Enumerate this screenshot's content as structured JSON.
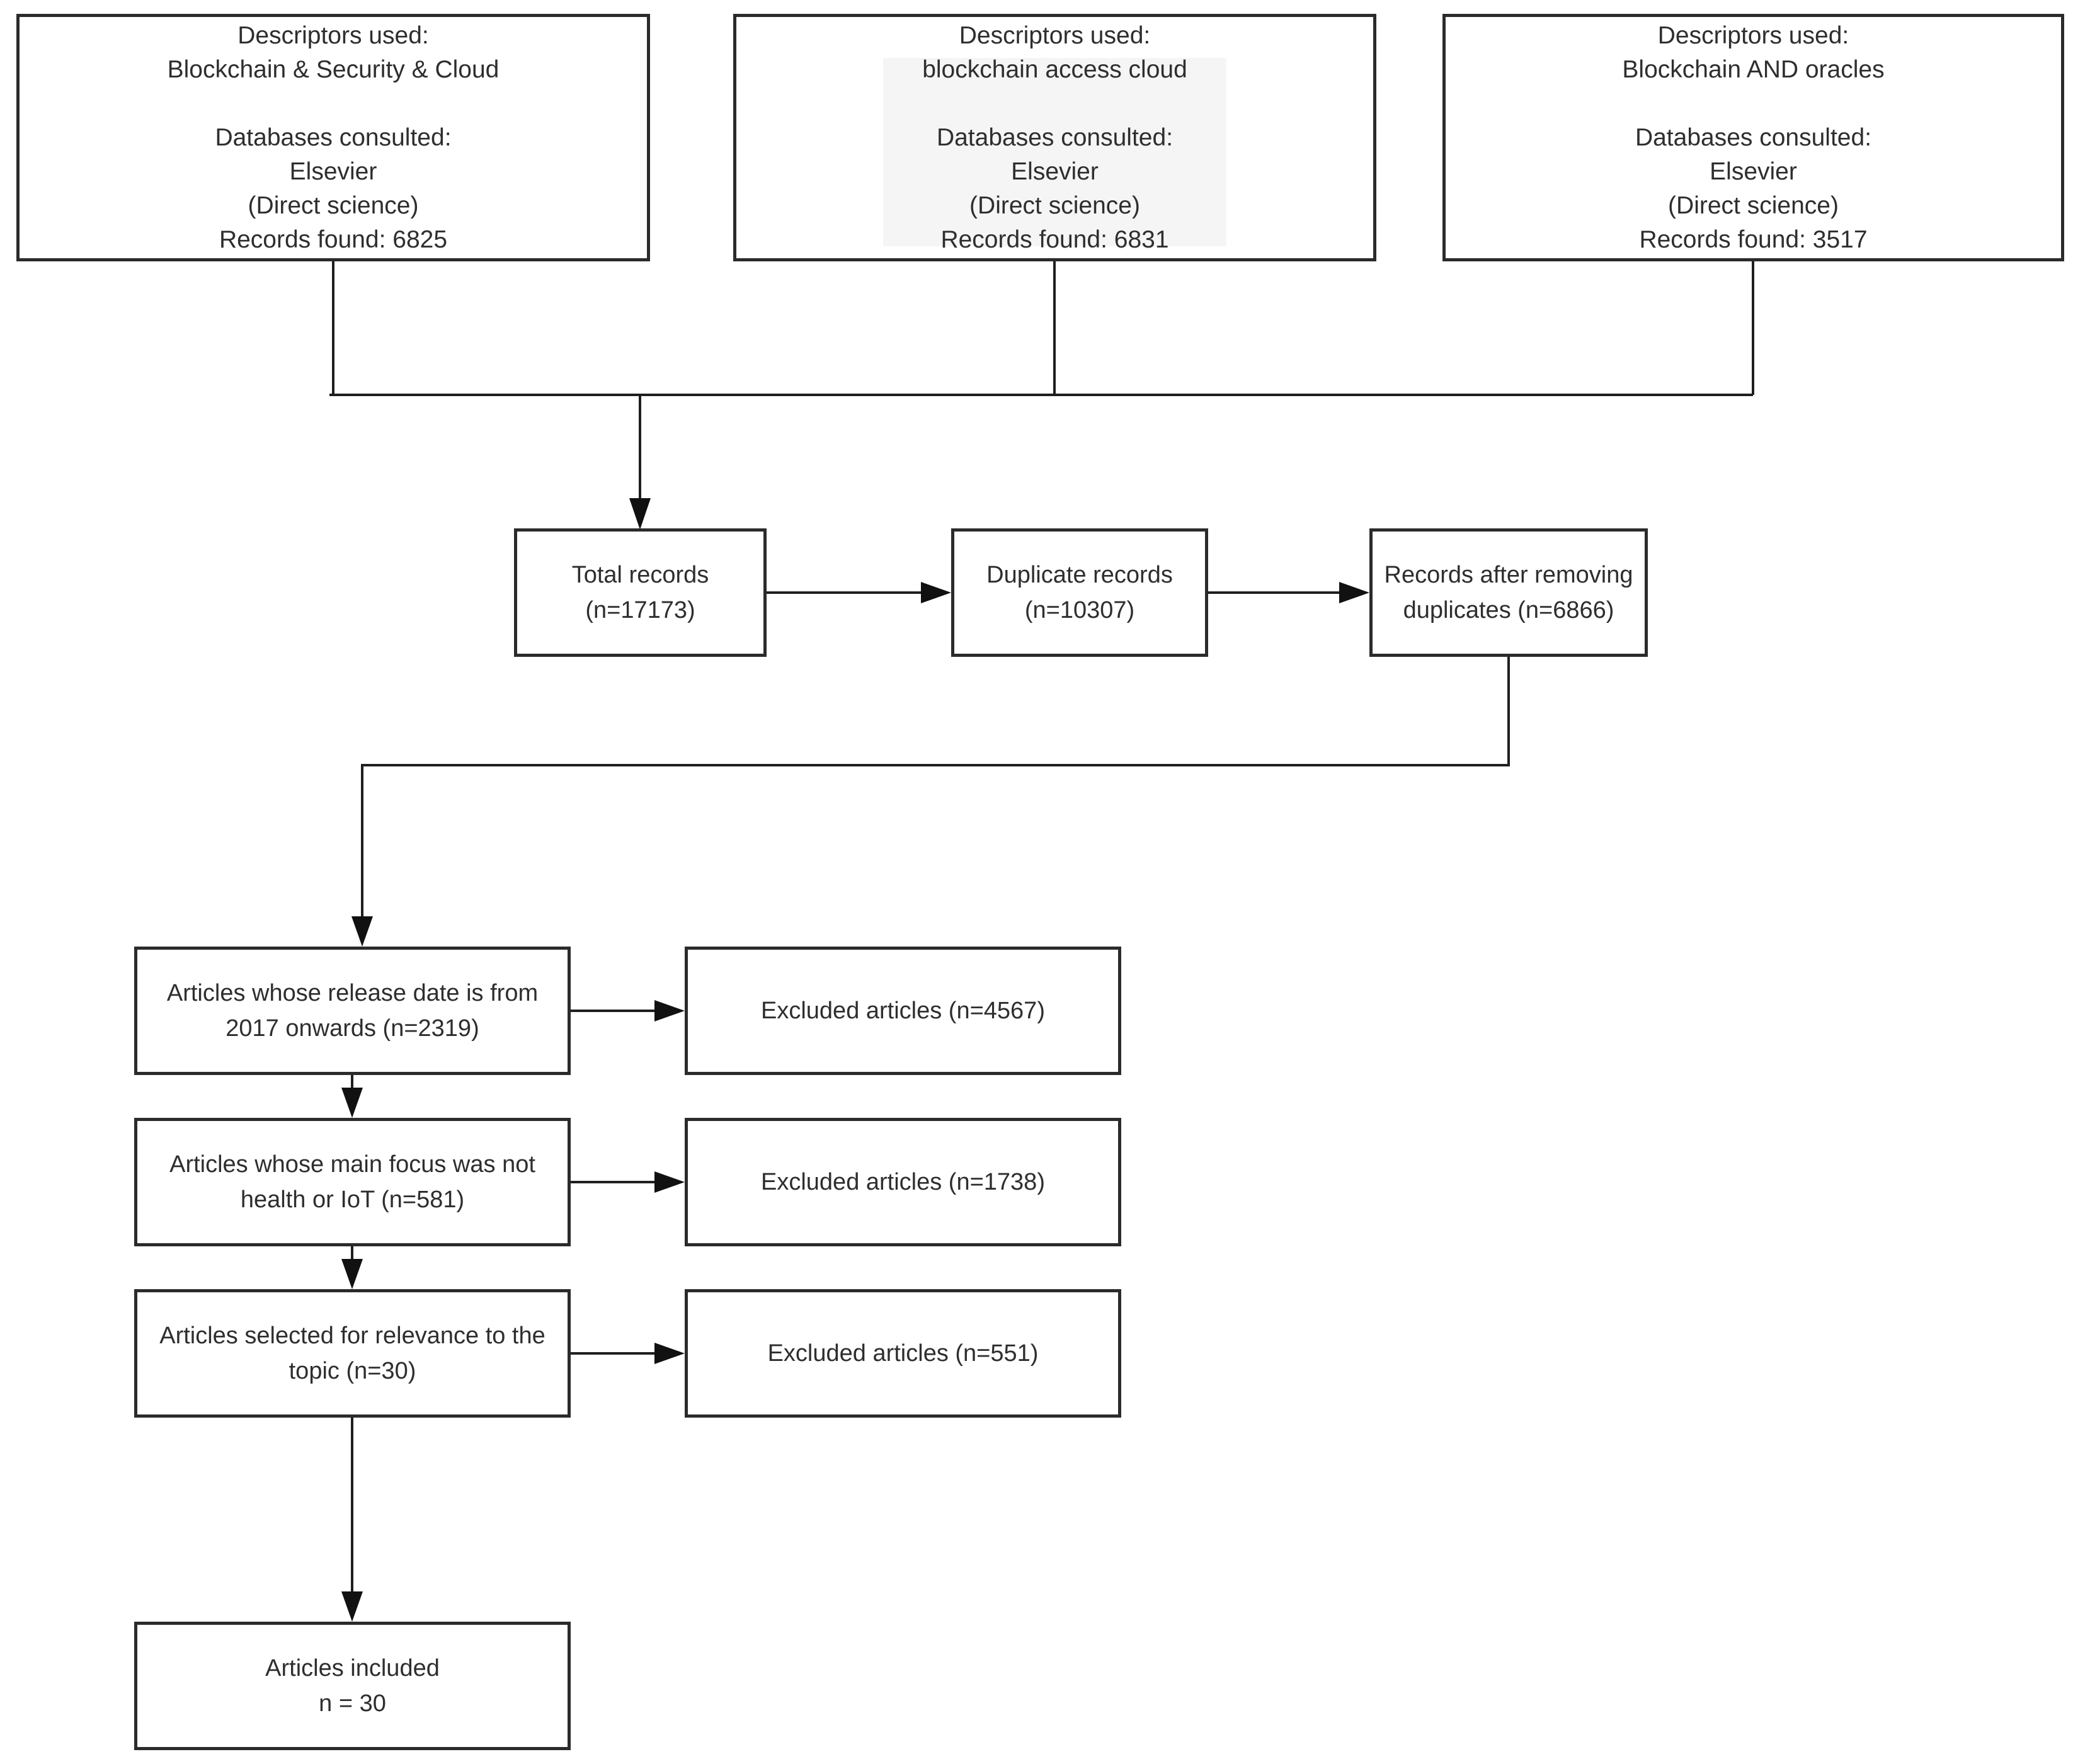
{
  "figure": {
    "type": "prisma-flow-diagram",
    "background_color": "#ffffff",
    "box_border_color": "#2b2b2b",
    "connector_color": "#1f1f1f",
    "text_color": "#2e2e2e",
    "search2_highlight_color": "#f5f5f5"
  },
  "boxes": {
    "search1": {
      "lines": [
        "Descriptors used:",
        "Blockchain & Security & Cloud",
        "",
        "Databases consulted:",
        "Elsevier",
        "(Direct science)",
        "Records found: 6825"
      ]
    },
    "search2": {
      "lines": [
        "Descriptors used:",
        "blockchain access cloud",
        "",
        "Databases consulted:",
        "Elsevier",
        "(Direct science)",
        "Records found: 6831"
      ]
    },
    "search3": {
      "lines": [
        "Descriptors used:",
        "Blockchain AND oracles",
        "",
        "Databases consulted:",
        "Elsevier",
        "(Direct science)",
        "Records found: 3517"
      ]
    },
    "total": {
      "lines": [
        "Total records",
        "(n=17173)"
      ]
    },
    "duplicates": {
      "lines": [
        "Duplicate records",
        "(n=10307)"
      ]
    },
    "after_duplicates": {
      "lines": [
        "Records after removing",
        "duplicates (n=6866)"
      ]
    },
    "date_filter": {
      "lines": [
        "Articles whose release date is from",
        "2017 onwards (n=2319)"
      ]
    },
    "excluded_date": {
      "lines": [
        "Excluded articles (n=4567)"
      ]
    },
    "focus_filter": {
      "lines": [
        "Articles whose main focus was not",
        "health or IoT (n=581)"
      ]
    },
    "excluded_focus": {
      "lines": [
        "Excluded articles (n=1738)"
      ]
    },
    "relevance_filter": {
      "lines": [
        "Articles selected for relevance to the",
        "topic (n=30)"
      ]
    },
    "excluded_relevance": {
      "lines": [
        "Excluded articles (n=551)"
      ]
    },
    "included": {
      "lines": [
        "Articles included",
        "n = 30"
      ]
    }
  }
}
